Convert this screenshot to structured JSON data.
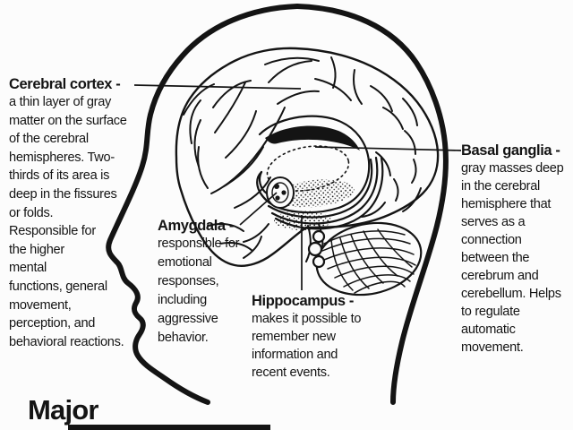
{
  "page": {
    "background": "#fcfcfc",
    "ink": "#141414"
  },
  "figure": {
    "type": "anatomy-line-diagram",
    "subject": "human head profile with brain structures",
    "footer_title": "Major",
    "labels": [
      {
        "id": "cerebral_cortex",
        "term": "Cerebral cortex -",
        "description": "a thin layer of gray\nmatter on the surface\nof the cerebral\nhemispheres. Two-\nthirds of its area is\ndeep in the fissures\nor folds.\nResponsible for\nthe higher\nmental\nfunctions, general\nmovement,\nperception, and\nbehavioral reactions."
      },
      {
        "id": "amygdala",
        "term": "Amygdala -",
        "description": "responsible for\nemotional\nresponses,\nincluding\naggressive\nbehavior."
      },
      {
        "id": "hippocampus",
        "term": "Hippocampus -",
        "description": "makes it possible to\nremember new\ninformation and\nrecent events."
      },
      {
        "id": "basal_ganglia",
        "term": "Basal ganglia -",
        "description": "gray masses deep\nin the cerebral\nhemisphere that\nserves as a\nconnection\nbetween the\ncerebrum and\ncerebellum. Helps\nto regulate\nautomatic\nmovement."
      }
    ]
  }
}
